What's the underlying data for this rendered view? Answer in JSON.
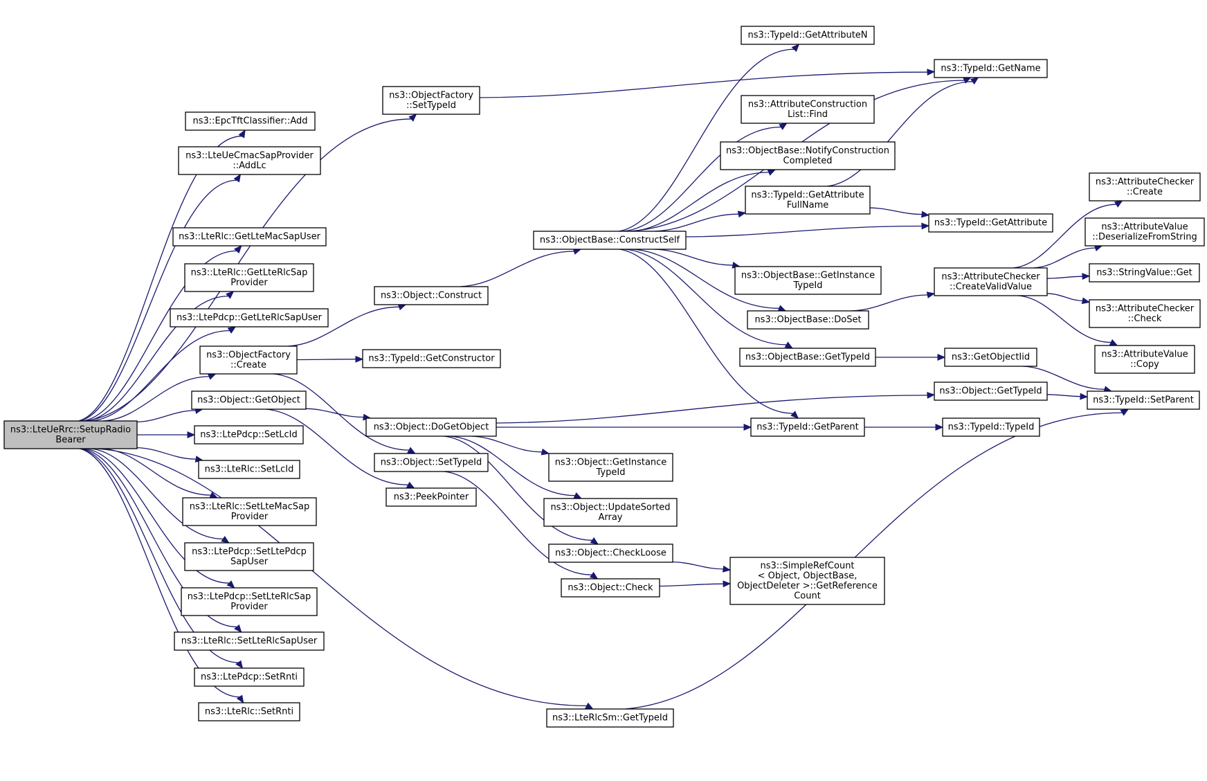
{
  "colors": {
    "edge": "#191970",
    "node_border": "#000000",
    "root_fill": "#bfbfbf",
    "node_fill": "#ffffff"
  },
  "nodes": {
    "setup_radio_bearer": [
      "ns3::LteUeRrc::SetupRadio",
      "Bearer"
    ],
    "epc_tft_add": [
      "ns3::EpcTftClassifier::Add"
    ],
    "cmac_addlc": [
      "ns3::LteUeCmacSapProvider",
      "::AddLc"
    ],
    "rlc_get_mac_sap_user": [
      "ns3::LteRlc::GetLteMacSapUser"
    ],
    "rlc_get_rlc_sap_provider": [
      "ns3::LteRlc::GetLteRlcSap",
      "Provider"
    ],
    "pdcp_get_rlc_sap_user": [
      "ns3::LtePdcp::GetLteRlcSapUser"
    ],
    "factory_create": [
      "ns3::ObjectFactory",
      "::Create"
    ],
    "object_getobject": [
      "ns3::Object::GetObject"
    ],
    "pdcp_setlcid": [
      "ns3::LtePdcp::SetLcId"
    ],
    "rlc_setlcid": [
      "ns3::LteRlc::SetLcId"
    ],
    "rlc_set_mac_sap_provider": [
      "ns3::LteRlc::SetLteMacSap",
      "Provider"
    ],
    "pdcp_set_pdcp_sap_user": [
      "ns3::LtePdcp::SetLtePdcp",
      "SapUser"
    ],
    "pdcp_set_rlc_sap_provider": [
      "ns3::LtePdcp::SetLteRlcSap",
      "Provider"
    ],
    "rlc_set_rlc_sap_user": [
      "ns3::LteRlc::SetLteRlcSapUser"
    ],
    "pdcp_setrnti": [
      "ns3::LtePdcp::SetRnti"
    ],
    "rlc_setrnti": [
      "ns3::LteRlc::SetRnti"
    ],
    "factory_settypeid": [
      "ns3::ObjectFactory",
      "::SetTypeId"
    ],
    "object_construct": [
      "ns3::Object::Construct"
    ],
    "typeid_getconstructor": [
      "ns3::TypeId::GetConstructor"
    ],
    "object_dogetobject": [
      "ns3::Object::DoGetObject"
    ],
    "object_settypeid": [
      "ns3::Object::SetTypeId"
    ],
    "peekpointer": [
      "ns3::PeekPointer"
    ],
    "rlcsm_gettypeid": [
      "ns3::LteRlcSm::GetTypeId"
    ],
    "constructself": [
      "ns3::ObjectBase::ConstructSelf"
    ],
    "typeid_getattributen": [
      "ns3::TypeId::GetAttributeN"
    ],
    "acl_find": [
      "ns3::AttributeConstruction",
      "List::Find"
    ],
    "notify_construction": [
      "ns3::ObjectBase::NotifyConstruction",
      "Completed"
    ],
    "typeid_getattributefullname": [
      "ns3::TypeId::GetAttribute",
      "FullName"
    ],
    "objectbase_getinstancetypeid": [
      "ns3::ObjectBase::GetInstance",
      "TypeId"
    ],
    "objectbase_doset": [
      "ns3::ObjectBase::DoSet"
    ],
    "objectbase_gettypeid": [
      "ns3::ObjectBase::GetTypeId"
    ],
    "typeid_getparent": [
      "ns3::TypeId::GetParent"
    ],
    "object_getinstancetypeid": [
      "ns3::Object::GetInstance",
      "TypeId"
    ],
    "object_updatesortedarray": [
      "ns3::Object::UpdateSorted",
      "Array"
    ],
    "object_checkloose": [
      "ns3::Object::CheckLoose"
    ],
    "object_check": [
      "ns3::Object::Check"
    ],
    "simplerefcount": [
      "ns3::SimpleRefCount",
      "< Object, ObjectBase,",
      "ObjectDeleter >::GetReference",
      "Count"
    ],
    "typeid_getname": [
      "ns3::TypeId::GetName"
    ],
    "typeid_getattribute": [
      "ns3::TypeId::GetAttribute"
    ],
    "checker_createvalidvalue": [
      "ns3::AttributeChecker",
      "::CreateValidValue"
    ],
    "getobjectiid": [
      "ns3::GetObjectIid"
    ],
    "object_gettypeid": [
      "ns3::Object::GetTypeId"
    ],
    "typeid_typeid": [
      "ns3::TypeId::TypeId"
    ],
    "checker_create": [
      "ns3::AttributeChecker",
      "::Create"
    ],
    "value_deserialize": [
      "ns3::AttributeValue",
      "::DeserializeFromString"
    ],
    "stringvalue_get": [
      "ns3::StringValue::Get"
    ],
    "checker_check": [
      "ns3::AttributeChecker",
      "::Check"
    ],
    "value_copy": [
      "ns3::AttributeValue",
      "::Copy"
    ],
    "typeid_setparent": [
      "ns3::TypeId::SetParent"
    ]
  }
}
